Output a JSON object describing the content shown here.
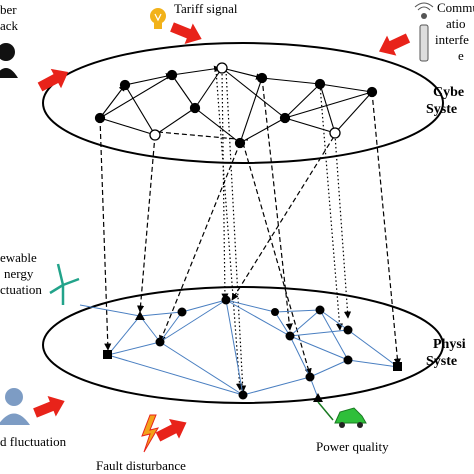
{
  "labels": {
    "tariff_signal": "Tariff signal",
    "cyber_attack_1": "ber",
    "cyber_attack_2": "ack",
    "comm_1": "Commu",
    "comm_2": "atio",
    "comm_3": "interfe",
    "comm_4": "e",
    "cyber_system_1": "Cybe",
    "cyber_system_2": "Syste",
    "renewable_1": "ewable",
    "renewable_2": "nergy",
    "renewable_3": "ctuation",
    "physical_system_1": "Physi",
    "physical_system_2": "Syste",
    "load_fluctuation": "d fluctuation",
    "power_quality": "Power quality",
    "fault_disturbance": "Fault disturbance"
  },
  "icons": [
    "hacker-icon",
    "lightbulb-icon",
    "antenna-icon",
    "wind-turbine-icon",
    "person-icon",
    "lightning-icon",
    "car-icon"
  ],
  "colors": {
    "arrow": "#e8231a",
    "cyber_link": "#000000",
    "physical_link": "#4a7fc1",
    "bulb": "#f2b21a",
    "car": "#2fbf3a",
    "turbine": "#22a38a",
    "person": "#7d9cc4"
  }
}
